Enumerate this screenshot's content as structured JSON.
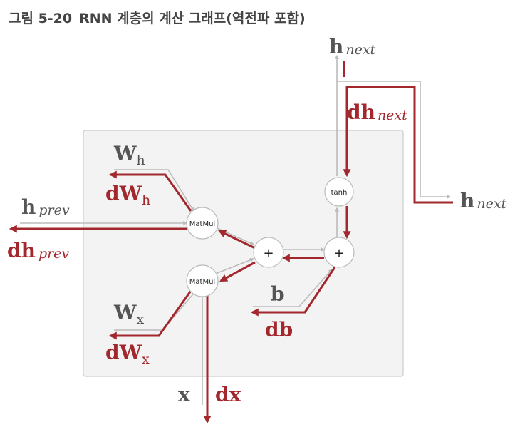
{
  "caption": {
    "prefix": "그림 5-20",
    "text": "RNN 계층의 계산 그래프(역전파 포함)"
  },
  "nodes": {
    "matmul_h": "MatMul",
    "matmul_x": "MatMul",
    "tanh": "tanh",
    "add_left": "+",
    "add_right": "+"
  },
  "forward_labels": {
    "wh_base": "W",
    "wh_sub": "h",
    "hprev_base": "h",
    "hprev_sub": "prev",
    "wx_base": "W",
    "wx_sub": "x",
    "x": "x",
    "b": "b",
    "hnext_top_base": "h",
    "hnext_top_sub": "next",
    "hnext_right_base": "h",
    "hnext_right_sub": "next"
  },
  "backward_labels": {
    "dwh_base": "dW",
    "dwh_sub": "h",
    "dhprev_base": "dh",
    "dhprev_sub": "prev",
    "dwx_base": "dW",
    "dwx_sub": "x",
    "dx": "dx",
    "db": "db",
    "dhnext_base": "dh",
    "dhnext_sub": "next"
  },
  "colors": {
    "forward": "#BBBBBB",
    "backward": "#A2282E",
    "box_fill": "#F3F3F3",
    "box_border": "#CCCCCC"
  }
}
